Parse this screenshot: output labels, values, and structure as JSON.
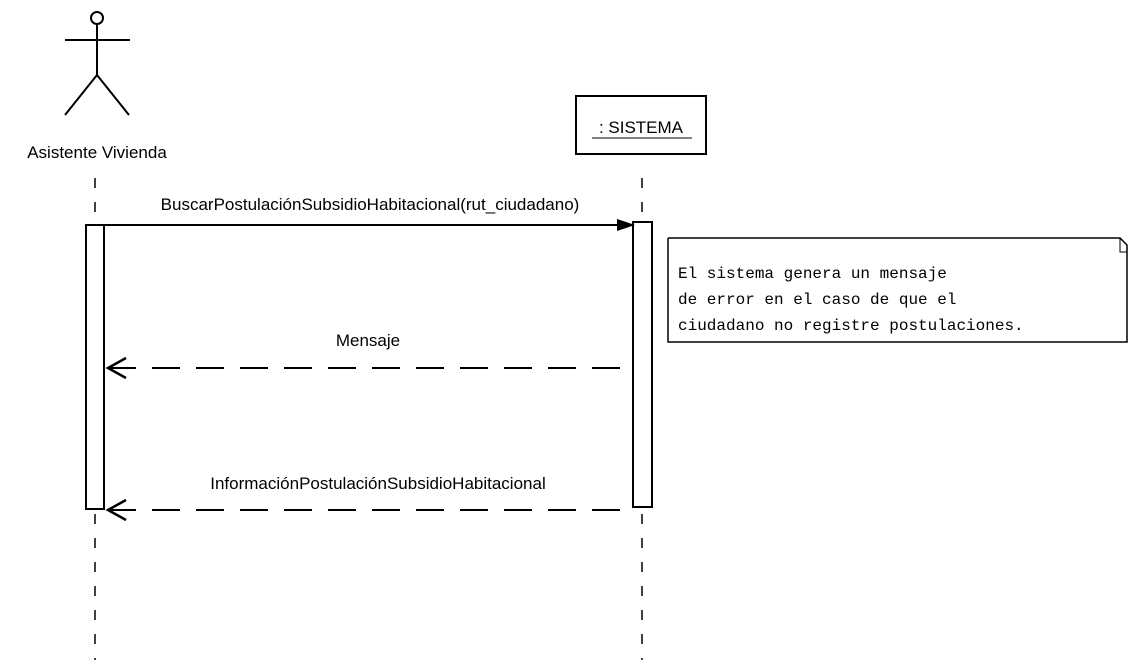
{
  "actor": {
    "name": "Asistente  Vivienda"
  },
  "object": {
    "name": ": SISTEMA"
  },
  "messages": [
    {
      "label": "BuscarPostulaciónSubsidioHabitacional(rut_ciudadano)",
      "kind": "call"
    },
    {
      "label": "Mensaje",
      "kind": "return"
    },
    {
      "label": "InformaciónPostulaciónSubsidioHabitacional",
      "kind": "return"
    }
  ],
  "note": {
    "lines": [
      "El sistema genera un mensaje",
      "de error en el caso de que el",
      "ciudadano no registre postulaciones."
    ]
  }
}
